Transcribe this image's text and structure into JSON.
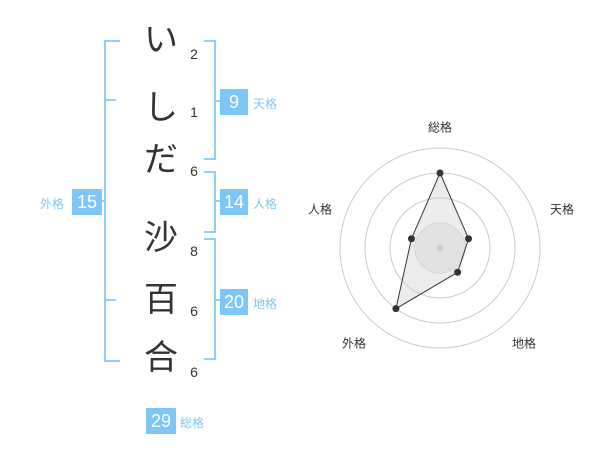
{
  "name": {
    "surname": [
      "い",
      "し",
      "だ"
    ],
    "given": [
      "沙",
      "百",
      "合"
    ],
    "surname_strokes": [
      "2",
      "1",
      "6"
    ],
    "given_strokes": [
      "8",
      "6",
      "6"
    ]
  },
  "fortune": {
    "tenkaku": {
      "value": "9",
      "label": "天格"
    },
    "jinkaku": {
      "value": "14",
      "label": "人格"
    },
    "chikaku": {
      "value": "20",
      "label": "地格"
    },
    "gaikaku": {
      "value": "15",
      "label": "外格"
    },
    "soukaku": {
      "value": "29",
      "label": "総格"
    }
  },
  "chart_data": {
    "type": "radar",
    "axes": [
      "総格",
      "天格",
      "地格",
      "外格",
      "人格"
    ],
    "values": [
      0.75,
      0.3,
      0.3,
      0.75,
      0.3
    ],
    "rings": 4,
    "colors": {
      "ring": "#cccccc",
      "fill": "#eeeeee",
      "line": "#333333",
      "center": "#cccccc"
    }
  },
  "colors": {
    "accent": "#7ec6f5",
    "bracket": "#8fd0f5",
    "text": "#333333"
  }
}
